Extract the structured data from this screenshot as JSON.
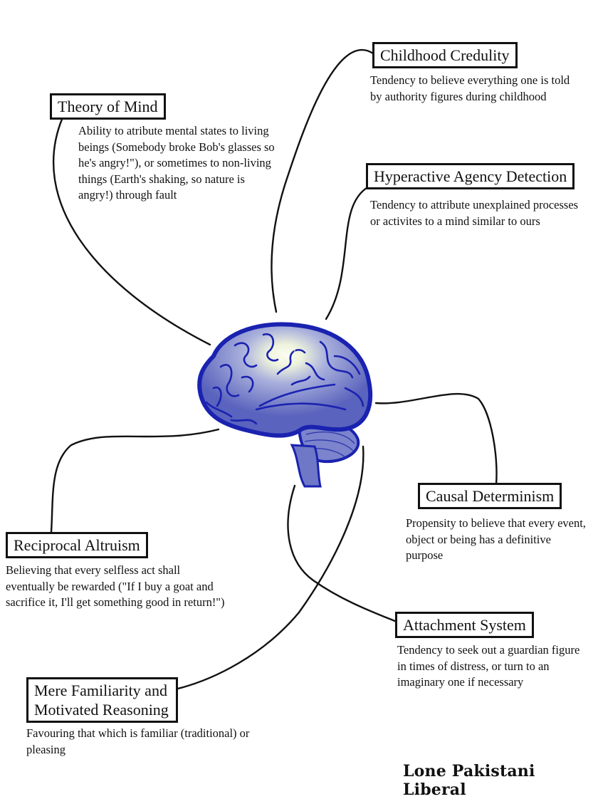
{
  "nodes": {
    "theory_of_mind": {
      "title": "Theory of Mind",
      "description": "Ability to atribute mental states to living beings (Somebody broke Bob's glasses so he's angry!\"), or sometimes to non-living things (Earth's shaking, so nature is angry!) through fault"
    },
    "childhood_credulity": {
      "title": "Childhood Credulity",
      "description": "Tendency to believe everything one is told by authority figures during childhood"
    },
    "hyperactive_agency_detection": {
      "title": "Hyperactive Agency Detection",
      "description": "Tendency to attribute unexplained processes or activites to a mind similar to ours"
    },
    "causal_determinism": {
      "title": "Causal Determinism",
      "description": "Propensity to believe that every event, object or being has a definitive purpose"
    },
    "reciprocal_altruism": {
      "title": "Reciprocal Altruism",
      "description": "Believing that every selfless act shall eventually be rewarded (\"If I buy a goat and sacrifice it, I'll get something good in return!\")"
    },
    "attachment_system": {
      "title": "Attachment System",
      "description": "Tendency to seek out a guardian figure in times of distress, or turn to an imaginary one if necessary"
    },
    "mere_familiarity": {
      "title": "Mere Familiarity and Motivated Reasoning",
      "description": "Favouring that which is familiar (traditional) or pleasing"
    }
  },
  "credit": "Lone Pakistani Liberal",
  "colors": {
    "brain_outline": "#1a22b0",
    "brain_fill": "#7d86cf",
    "brain_highlight": "#f4f8e6",
    "box_border": "#111111",
    "connector": "#111111"
  }
}
